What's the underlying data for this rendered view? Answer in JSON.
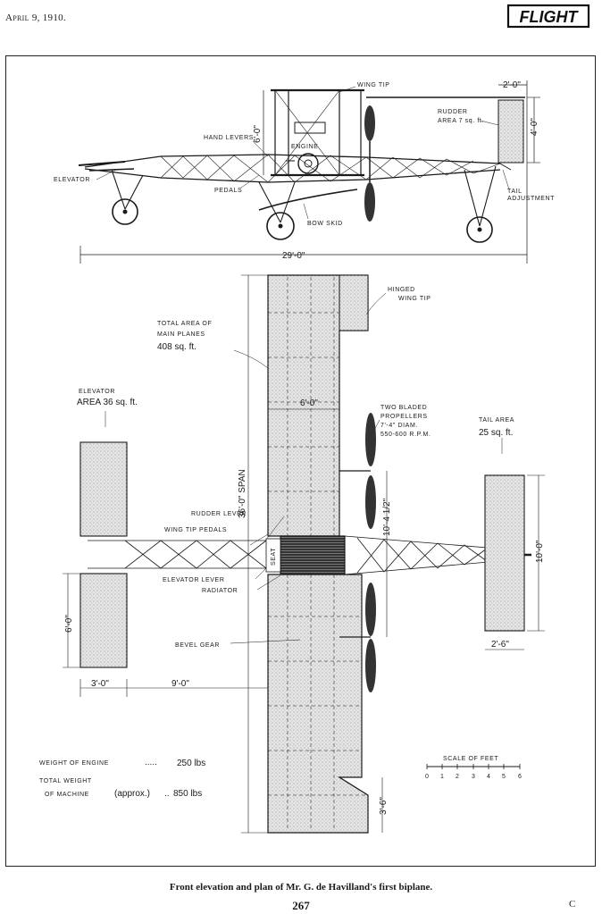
{
  "header": {
    "date": "April 9, 1910.",
    "logo_text": "FLIGHT"
  },
  "elevation_labels": {
    "wing_tip": "WING TIP",
    "hand_levers": "HAND LEVERS",
    "engine": "ENGINE",
    "elevator": "ELEVATOR",
    "pedals": "PEDALS",
    "bow_skid": "BOW SKID",
    "rudder_area_1": "RUDDER",
    "rudder_area_2": "AREA 7 sq. ft.",
    "tail_adjustment_1": "TAIL",
    "tail_adjustment_2": "ADJUSTMENT",
    "dim_top": "2'-0\"",
    "dim_rudder_height": "4'-0\"",
    "dim_height": "6'-0\"",
    "dim_length": "29'-0\""
  },
  "plan_labels": {
    "hinged_wing_tip_1": "HINGED",
    "hinged_wing_tip_2": "WING TIP",
    "main_planes_1": "TOTAL AREA OF",
    "main_planes_2": "MAIN PLANES",
    "main_planes_3": "408 sq. ft.",
    "elevator_area_1": "ELEVATOR",
    "elevator_area_2": "AREA 36 sq. ft.",
    "chord": "6'-0\"",
    "span": "36'-0\" SPAN",
    "propellers_1": "TWO BLADED",
    "propellers_2": "PROPELLERS",
    "propellers_3": "7'-4\" DIAM.",
    "propellers_4": "550-600 R.P.M.",
    "tail_area_1": "TAIL AREA",
    "tail_area_2": "25 sq. ft.",
    "rudder_lever": "RUDDER LEVER",
    "wing_tip_pedals": "WING TIP PEDALS",
    "seat": "SEAT",
    "elevator_lever": "ELEVATOR LEVER",
    "radiator": "RADIATOR",
    "prop_spacing": "10'-4 1/2\"",
    "tail_span": "10'-0\"",
    "elevator_depth": "6'-0\"",
    "bevel_gear": "BEVEL GEAR",
    "tail_chord": "2'-6\"",
    "elevator_chord": "3'-0\"",
    "elevator_offset": "9'-0\"",
    "wing_tip_dim": "3'-6\""
  },
  "specs": {
    "engine_label": "WEIGHT OF ENGINE",
    "engine_value": "250 lbs",
    "machine_label_1": "TOTAL WEIGHT",
    "machine_label_2": "OF MACHINE",
    "machine_note": "(approx.)",
    "machine_value": "850 lbs"
  },
  "scale": {
    "title": "SCALE OF FEET",
    "ticks": [
      "0",
      "1",
      "2",
      "3",
      "4",
      "5",
      "6"
    ]
  },
  "caption": "Front elevation and plan of Mr. G. de Havilland's first biplane.",
  "page_number": "267",
  "corner_mark": "C"
}
